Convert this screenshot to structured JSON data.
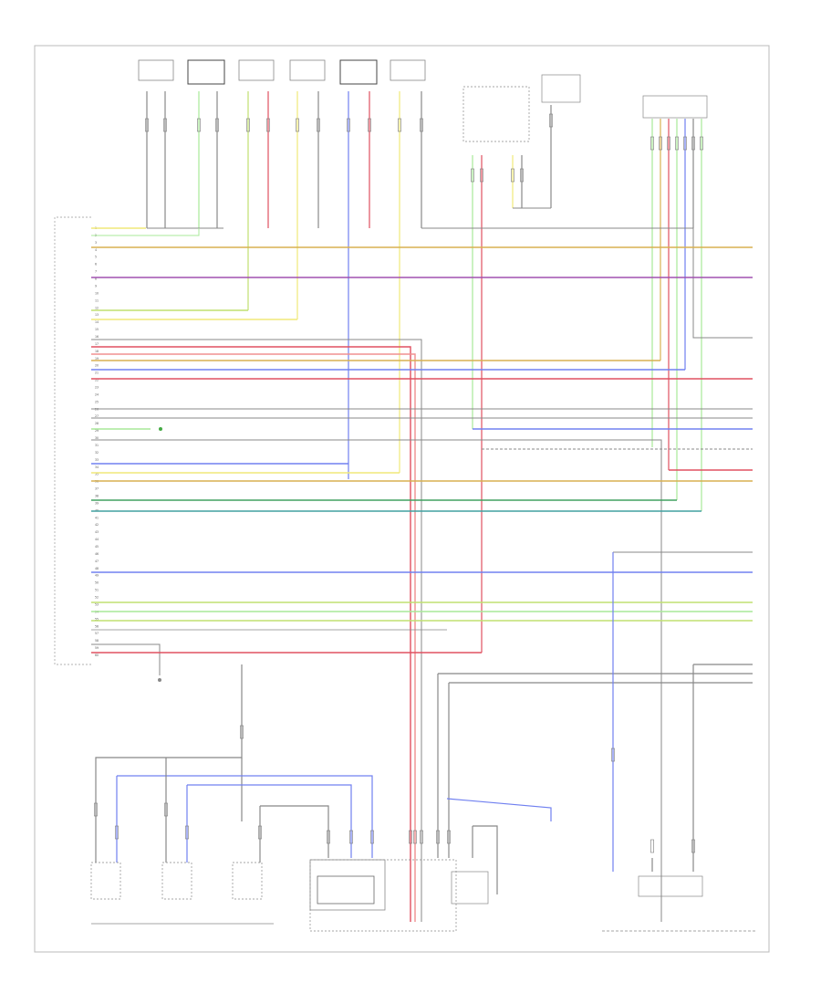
{
  "diagram": {
    "left_pins": [
      "1",
      "2",
      "3",
      "4",
      "5",
      "6",
      "7",
      "8",
      "9",
      "10",
      "11",
      "12",
      "13",
      "14",
      "15",
      "16",
      "17",
      "18",
      "19",
      "20",
      "21",
      "22",
      "23",
      "24",
      "25",
      "26",
      "27",
      "28",
      "29",
      "30",
      "31",
      "32",
      "33",
      "34",
      "35",
      "36",
      "37",
      "38",
      "39",
      "40",
      "41",
      "42",
      "43",
      "44",
      "45",
      "46",
      "47",
      "48",
      "49",
      "50",
      "51",
      "52",
      "53",
      "54",
      "55",
      "56",
      "57",
      "58",
      "59",
      "60"
    ],
    "wire_colors": {
      "yellow": "#f0e878",
      "green": "#a8e898",
      "orange": "#d8b050",
      "purple": "#a050b0",
      "blue": "#7080f0",
      "red": "#e05060",
      "gray": "#888888",
      "teal": "#40a0a0",
      "lightred": "#f09090",
      "lime": "#c0e070"
    }
  }
}
